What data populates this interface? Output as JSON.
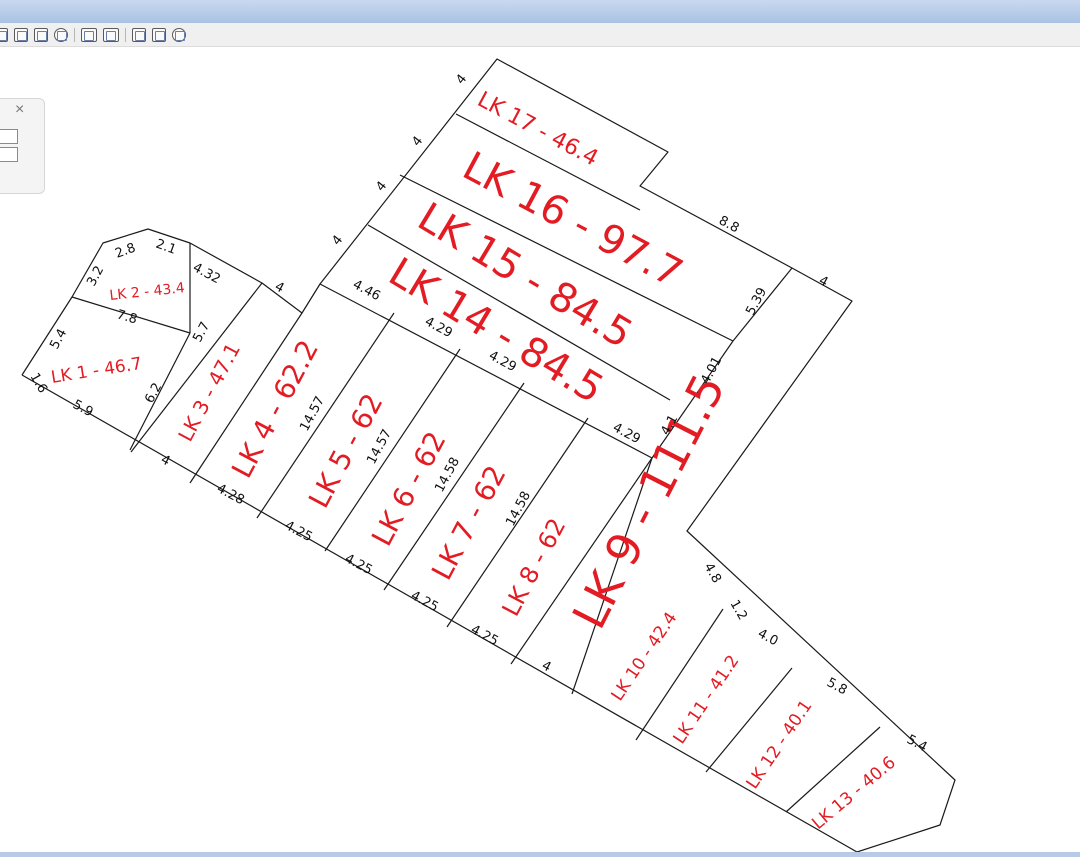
{
  "toolbar": {
    "buttons": [
      {
        "icon": "zoom-window-icon"
      },
      {
        "icon": "zoom-extents-icon"
      },
      {
        "icon": "print-icon"
      },
      {
        "icon": "print-preview-icon"
      },
      {
        "icon": "layout-icon"
      },
      {
        "icon": "layout-alt-icon"
      },
      {
        "icon": "measure-icon"
      },
      {
        "icon": "select-dropdown-icon"
      },
      {
        "icon": "settings-icon"
      }
    ]
  },
  "panel": {
    "close_label": "×"
  },
  "plan": {
    "lots": [
      {
        "label": "LK 1 - 46.7"
      },
      {
        "label": "LK 2 - 43.4"
      },
      {
        "label": "LK 3 - 47.1"
      },
      {
        "label": "LK 4 - 62.2"
      },
      {
        "label": "LK 5 - 62"
      },
      {
        "label": "LK 6 - 62"
      },
      {
        "label": "LK 7 - 62"
      },
      {
        "label": "LK 8 - 62"
      },
      {
        "label": "LK 9 - 111.5"
      },
      {
        "label": "LK 10 - 42.4"
      },
      {
        "label": "LK 11 - 41.2"
      },
      {
        "label": "LK 12 - 40.1"
      },
      {
        "label": "LK 13 - 40.6"
      },
      {
        "label": "LK 14 - 84.5"
      },
      {
        "label": "LK 15 - 84.5"
      },
      {
        "label": "LK 16 - 97.7"
      },
      {
        "label": "LK 17 - 46.4"
      }
    ],
    "dimensions": [
      "4",
      "4",
      "4",
      "4",
      "8.8",
      "4",
      "5.39",
      "4.01",
      "4.1",
      "4.29",
      "4.46",
      "4.29",
      "4.29",
      "4",
      "4.32",
      "2.1",
      "2.8",
      "3.2",
      "7.8",
      "5.7",
      "5.4",
      "1.6",
      "5.9",
      "6.2",
      "4",
      "4.28",
      "4.25",
      "4.25",
      "4.25",
      "4.25",
      "4",
      "14.57",
      "14.57",
      "14.58",
      "14.58",
      "4.8",
      "1.2",
      "4.0",
      "5.8",
      "5.4"
    ]
  },
  "colors": {
    "lot_label": "#e31b23",
    "line": "#1a1a1a",
    "titlebar": "#b9cde9",
    "toolbar": "#f0f0f0"
  }
}
